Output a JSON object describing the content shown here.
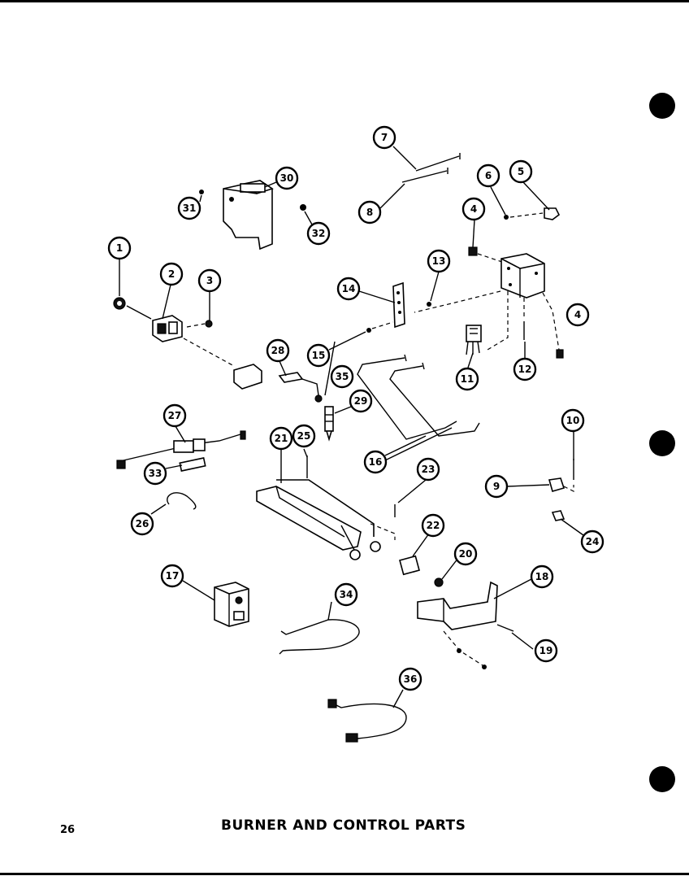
{
  "page": {
    "number": "26",
    "title": "BURNER AND CONTROL PARTS"
  },
  "callouts": [
    "1",
    "2",
    "3",
    "4",
    "5",
    "6",
    "7",
    "8",
    "9",
    "10",
    "11",
    "12",
    "13",
    "14",
    "15",
    "16",
    "17",
    "18",
    "19",
    "20",
    "21",
    "22",
    "23",
    "24",
    "25",
    "26",
    "27",
    "28",
    "29",
    "30",
    "31",
    "32",
    "33",
    "34",
    "35",
    "36"
  ],
  "punch_holes": 3
}
